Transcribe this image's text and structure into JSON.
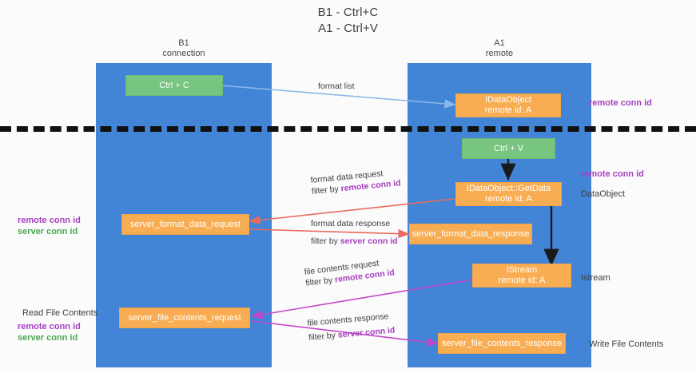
{
  "title": {
    "line1": "B1 - Ctrl+C",
    "line2": "A1 - Ctrl+V"
  },
  "lanes": [
    {
      "id": "b1",
      "name": "B1",
      "role": "connection"
    },
    {
      "id": "a1",
      "name": "A1",
      "role": "remote"
    }
  ],
  "colors": {
    "lane": "#4285d6",
    "green_box": "#78c57f",
    "orange_box": "#f9ad52",
    "arrow_blue": "#8ab8e8",
    "arrow_red": "#ea6a5e",
    "arrow_magenta": "#c248c9",
    "arrow_black": "#1a1a1a",
    "purple_text": "#a63fc0",
    "green_text": "#4aa84f",
    "divider": "#111111"
  },
  "boxes": {
    "ctrl_c": {
      "label": "Ctrl + C"
    },
    "ctrl_v": {
      "label": "Ctrl + V"
    },
    "idataobject_remote": {
      "line1": "IDataObject",
      "line2": "remote id: A"
    },
    "idataobject_getdata": {
      "line1": "IDataObject::GetData",
      "line2": "remote id: A"
    },
    "server_format_data_request": {
      "label": "server_format_data_request"
    },
    "server_format_data_response": {
      "label": "server_format_data_response"
    },
    "istream": {
      "line1": "IStream",
      "line2": "remote id: A"
    },
    "server_file_contents_request": {
      "label": "server_file_contents_request"
    },
    "server_file_contents_response": {
      "label": "server_file_contents_response"
    }
  },
  "edge_labels": {
    "format_list": {
      "text": "format list"
    },
    "format_data_request": {
      "line1": "format data request",
      "prefix2": "filter by ",
      "hl2": "remote conn id"
    },
    "format_data_response": {
      "line1": "format data response",
      "prefix2": "filter by ",
      "hl2": "server conn id"
    },
    "file_contents_request": {
      "line1": "file contents request",
      "prefix2": "filter by ",
      "hl2": "remote conn id"
    },
    "file_contents_response": {
      "line1": "file contents response",
      "prefix2": "filter by ",
      "hl2": "server conn id"
    }
  },
  "right_labels": {
    "remote_conn_id_top": "remote conn id",
    "remote_conn_id_mid": "remote conn id",
    "dataobject": "DataObject",
    "istream": "Istream",
    "write_file_contents": "Write File Contents"
  },
  "left_labels": {
    "remote_conn_id_mid": "remote conn id",
    "server_conn_id_mid": "server conn id",
    "read_file_contents": "Read File Contents",
    "remote_conn_id_bottom": "remote conn id",
    "server_conn_id_bottom": "server conn id"
  }
}
